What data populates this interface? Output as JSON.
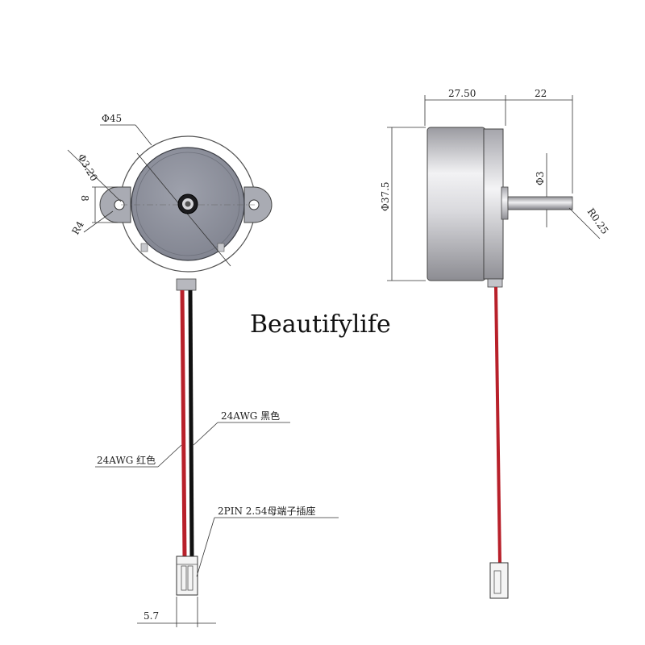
{
  "brand": {
    "text": "Beautifylife"
  },
  "front_view": {
    "dim_outer_diameter": "Φ45",
    "dim_hole_diameter": "Φ3.20",
    "dim_ear_height": "8",
    "dim_ear_radius": "R4",
    "wire_black_label": "24AWG 黑色",
    "wire_red_label": "24AWG 红色",
    "connector_label": "2PIN 2.54母端子插座",
    "connector_width": "5.7"
  },
  "side_view": {
    "dim_body_length": "27.50",
    "dim_shaft_length": "22",
    "dim_body_diameter": "Φ37.5",
    "dim_shaft_diameter": "Φ3",
    "dim_shaft_tip_radius": "R0.25"
  },
  "colors": {
    "body_gray": "#8b8e99",
    "wire_red": "#b8202a",
    "wire_black": "#111111",
    "metal": "#d7d7da"
  }
}
